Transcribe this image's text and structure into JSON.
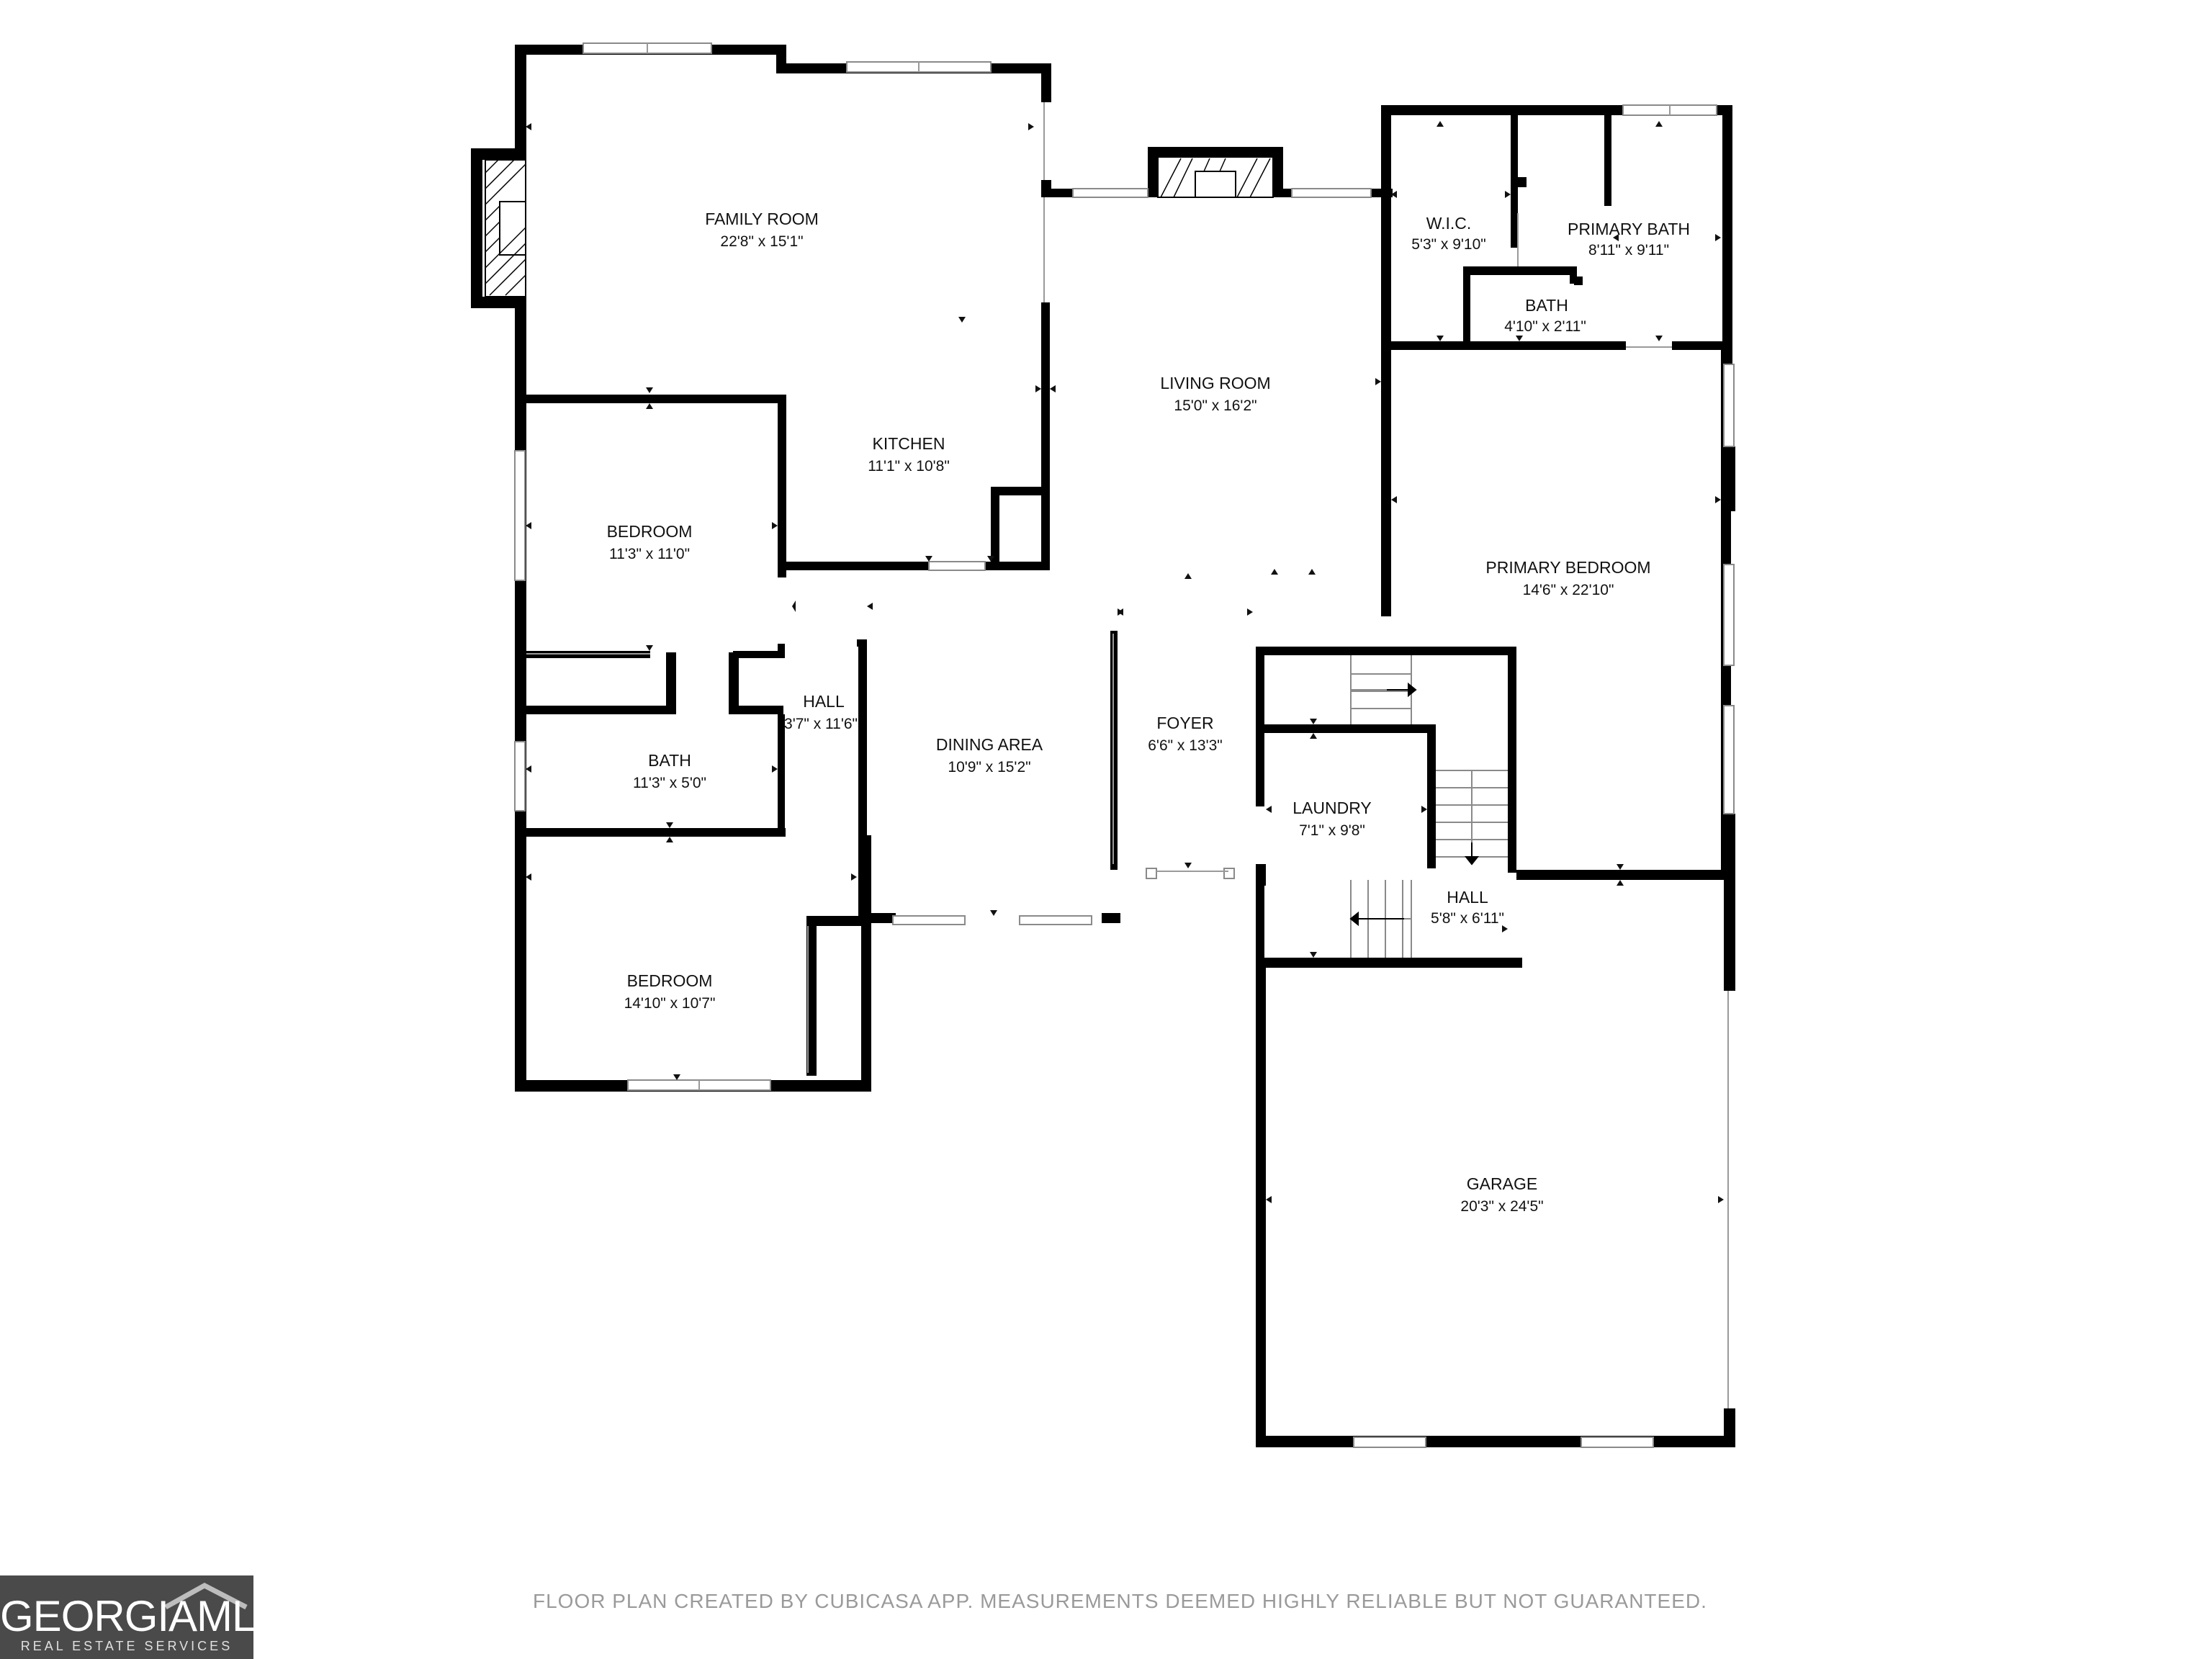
{
  "rooms": {
    "family_room": {
      "name": "FAMILY ROOM",
      "dim": "22'8\" x 15'1\""
    },
    "kitchen": {
      "name": "KITCHEN",
      "dim": "11'1\" x 10'8\""
    },
    "bedroom_1": {
      "name": "BEDROOM",
      "dim": "11'3\" x 11'0\""
    },
    "hall_1": {
      "name": "HALL",
      "dim": "3'7\" x 11'6\""
    },
    "bath_1": {
      "name": "BATH",
      "dim": "11'3\" x 5'0\""
    },
    "dining_area": {
      "name": "DINING AREA",
      "dim": "10'9\" x 15'2\""
    },
    "bedroom_2": {
      "name": "BEDROOM",
      "dim": "14'10\" x 10'7\""
    },
    "living_room": {
      "name": "LIVING ROOM",
      "dim": "15'0\" x 16'2\""
    },
    "foyer": {
      "name": "FOYER",
      "dim": "6'6\" x 13'3\""
    },
    "wic": {
      "name": "W.I.C.",
      "dim": "5'3\" x 9'10\""
    },
    "primary_bath": {
      "name": "PRIMARY BATH",
      "dim": "8'11\" x 9'11\""
    },
    "bath_2": {
      "name": "BATH",
      "dim": "4'10\" x 2'11\""
    },
    "primary_bedroom": {
      "name": "PRIMARY BEDROOM",
      "dim": "14'6\" x 22'10\""
    },
    "laundry": {
      "name": "LAUNDRY",
      "dim": "7'1\" x 9'8\""
    },
    "hall_2": {
      "name": "HALL",
      "dim": "5'8\" x 6'11\""
    },
    "garage": {
      "name": "GARAGE",
      "dim": "20'3\" x 24'5\""
    }
  },
  "disclaimer": "FLOOR PLAN CREATED BY CUBICASA APP. MEASUREMENTS DEEMED HIGHLY RELIABLE BUT NOT GUARANTEED.",
  "logo": {
    "wordmark": "GEORGIAMLS",
    "tagline": "REAL ESTATE SERVICES"
  },
  "colors": {
    "wall": "#000000",
    "background": "#ffffff",
    "window": "#8a8a8a",
    "logo_bg": "#4a4a4a",
    "disclaimer": "#9a9a9a"
  }
}
